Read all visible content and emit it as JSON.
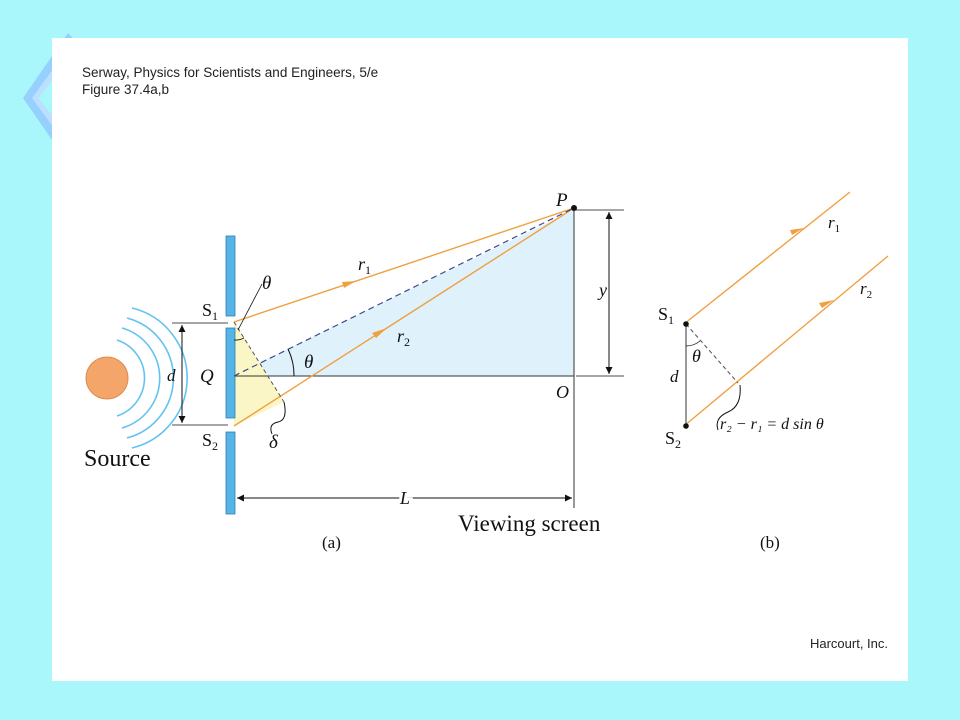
{
  "caption": {
    "line1": "Serway, Physics for Scientists and Engineers, 5/e",
    "line2": "Figure 37.4a,b"
  },
  "credit": "Harcourt, Inc.",
  "figure_a": {
    "source_label": "Source",
    "s1": "S",
    "s1_sub": "1",
    "s2": "S",
    "s2_sub": "2",
    "d": "d",
    "q": "Q",
    "theta_top": "θ",
    "theta_mid": "θ",
    "delta": "δ",
    "p": "P",
    "o": "O",
    "y": "y",
    "r1": "r",
    "r1_sub": "1",
    "r2": "r",
    "r2_sub": "2",
    "l": "L",
    "screen_label": "Viewing screen",
    "panel_label": "(a)"
  },
  "figure_b": {
    "s1": "S",
    "s1_sub": "1",
    "s2": "S",
    "s2_sub": "2",
    "d": "d",
    "theta": "θ",
    "r1": "r",
    "r1_sub": "1",
    "r2": "r",
    "r2_sub": "2",
    "path_diff": "r₂ − r₁ = d sin θ",
    "panel_label": "(b)"
  },
  "colors": {
    "background": "#aaf7fb",
    "slit_barrier": "#56b4e6",
    "ray": "#f0a040",
    "triangle_fill": "#dff1fb",
    "delta_fill": "#fbf6c8",
    "source": "#f0a060",
    "waves": "#60c0f0"
  }
}
